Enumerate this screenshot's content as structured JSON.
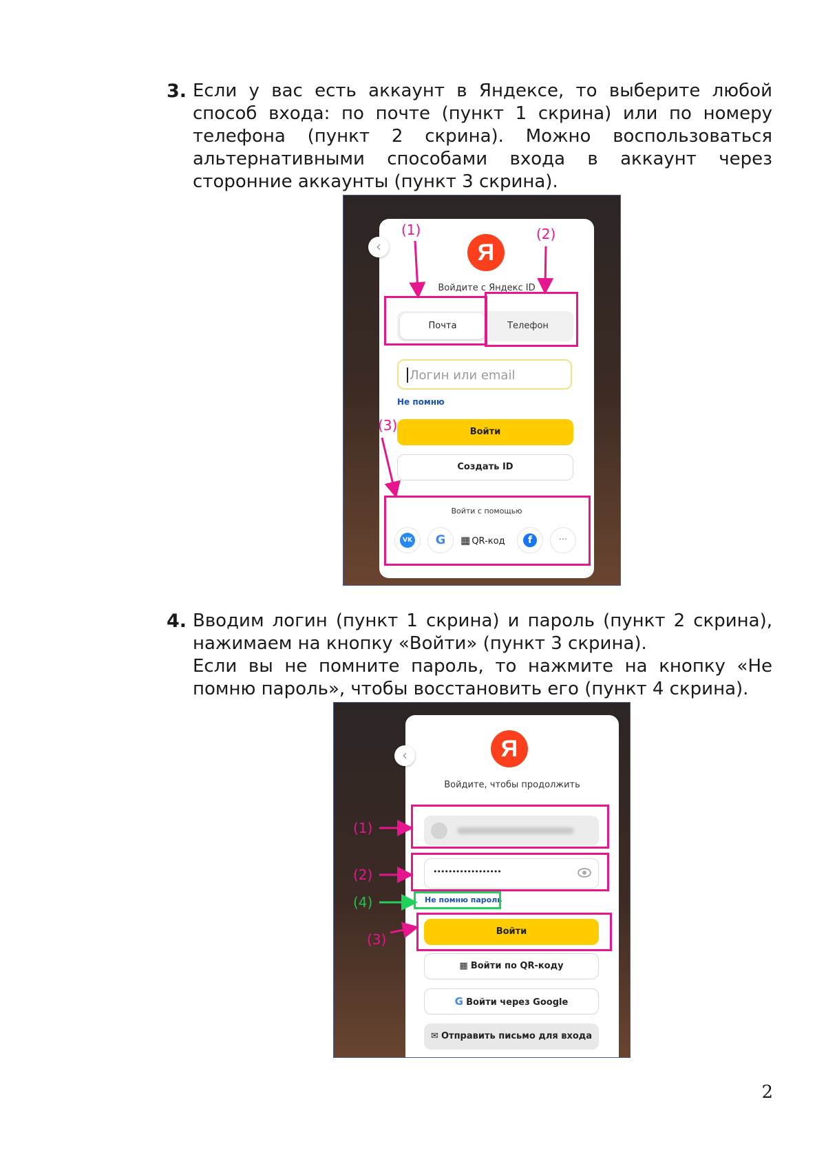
{
  "step3": {
    "number": "3.",
    "text": "Если у вас есть аккаунт в Яндексе, то выберите любой способ входа: по почте (пункт 1 скрина) или по номеру телефона (пункт 2 скрина). Можно воспользоваться альтернативными способами входа в аккаунт через сторонние аккаунты (пункт 3 скрина)."
  },
  "screen1": {
    "logo_letter": "Я",
    "back_glyph": "‹",
    "heading": "Войдите с Яндекс ID",
    "tab_mail": "Почта",
    "tab_phone": "Телефон",
    "login_placeholder": "Логин или email",
    "forgot_link": "Не помню",
    "login_button": "Войти",
    "create_id_button": "Создать ID",
    "login_with_label": "Войти с помощью",
    "social_vk": "VK",
    "social_google": "G",
    "qr_label": "QR-код",
    "social_facebook": "f",
    "social_more": "···",
    "ann1": "(1)",
    "ann2": "(2)",
    "ann3": "(3)"
  },
  "step4": {
    "number": "4.",
    "text_line1": "Вводим логин (пункт 1 скрина) и пароль (пункт 2 скрина), нажимаем на кнопку «Войти» (пункт 3 скрина).",
    "text_line2": "Если вы не помните пароль, то нажмите на кнопку «Не помню пароль», чтобы восстановить его (пункт 4 скрина)."
  },
  "screen2": {
    "logo_letter": "Я",
    "back_glyph": "‹",
    "heading": "Войдите, чтобы продолжить",
    "password_mask": "••••••••••••••••••",
    "forgot_password_link": "Не помню пароль",
    "login_button": "Войти",
    "qr_button": "Войти по QR-коду",
    "google_button": "Войти через Google",
    "google_letter": "G",
    "email_button": "Отправить письмо для входа",
    "ann1": "(1)",
    "ann2": "(2)",
    "ann3": "(3)",
    "ann4": "(4)"
  },
  "page_number": "2",
  "colors": {
    "annotation_pink": "#e6168e",
    "annotation_green": "#1fd35a",
    "yandex_red": "#fc3f1d",
    "button_yellow": "#ffcc00",
    "link_blue": "#1a52b8"
  },
  "icons": [
    "back-chevron-icon",
    "yandex-logo-icon",
    "vk-icon",
    "google-icon",
    "qr-code-icon",
    "facebook-icon",
    "more-icon",
    "avatar-icon",
    "eye-icon",
    "envelope-icon"
  ]
}
